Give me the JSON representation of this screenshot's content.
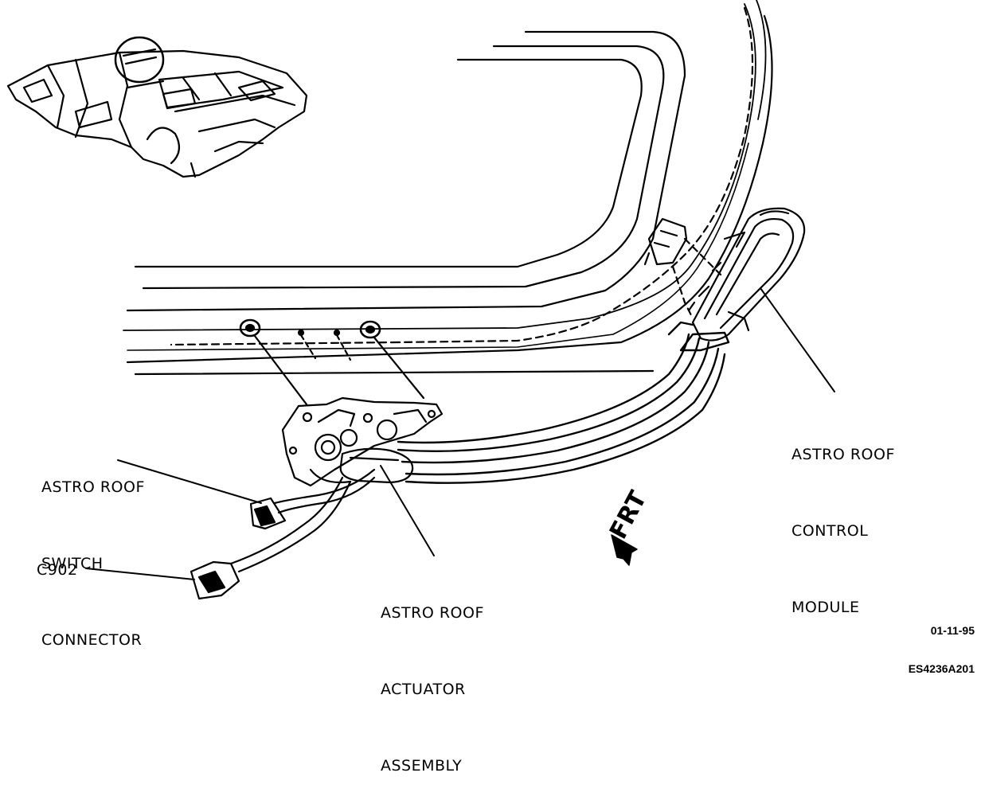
{
  "labels": {
    "switch_connector": [
      "ASTRO ROOF",
      "SWITCH",
      "CONNECTOR"
    ],
    "c902": "C902",
    "actuator": [
      "ASTRO ROOF",
      "ACTUATOR",
      "ASSEMBLY"
    ],
    "control_module": [
      "ASTRO ROOF",
      "CONTROL",
      "MODULE"
    ],
    "front_arrow": "FRT"
  },
  "figure_code": {
    "date": "01-11-95",
    "id": "ES4236A201"
  }
}
